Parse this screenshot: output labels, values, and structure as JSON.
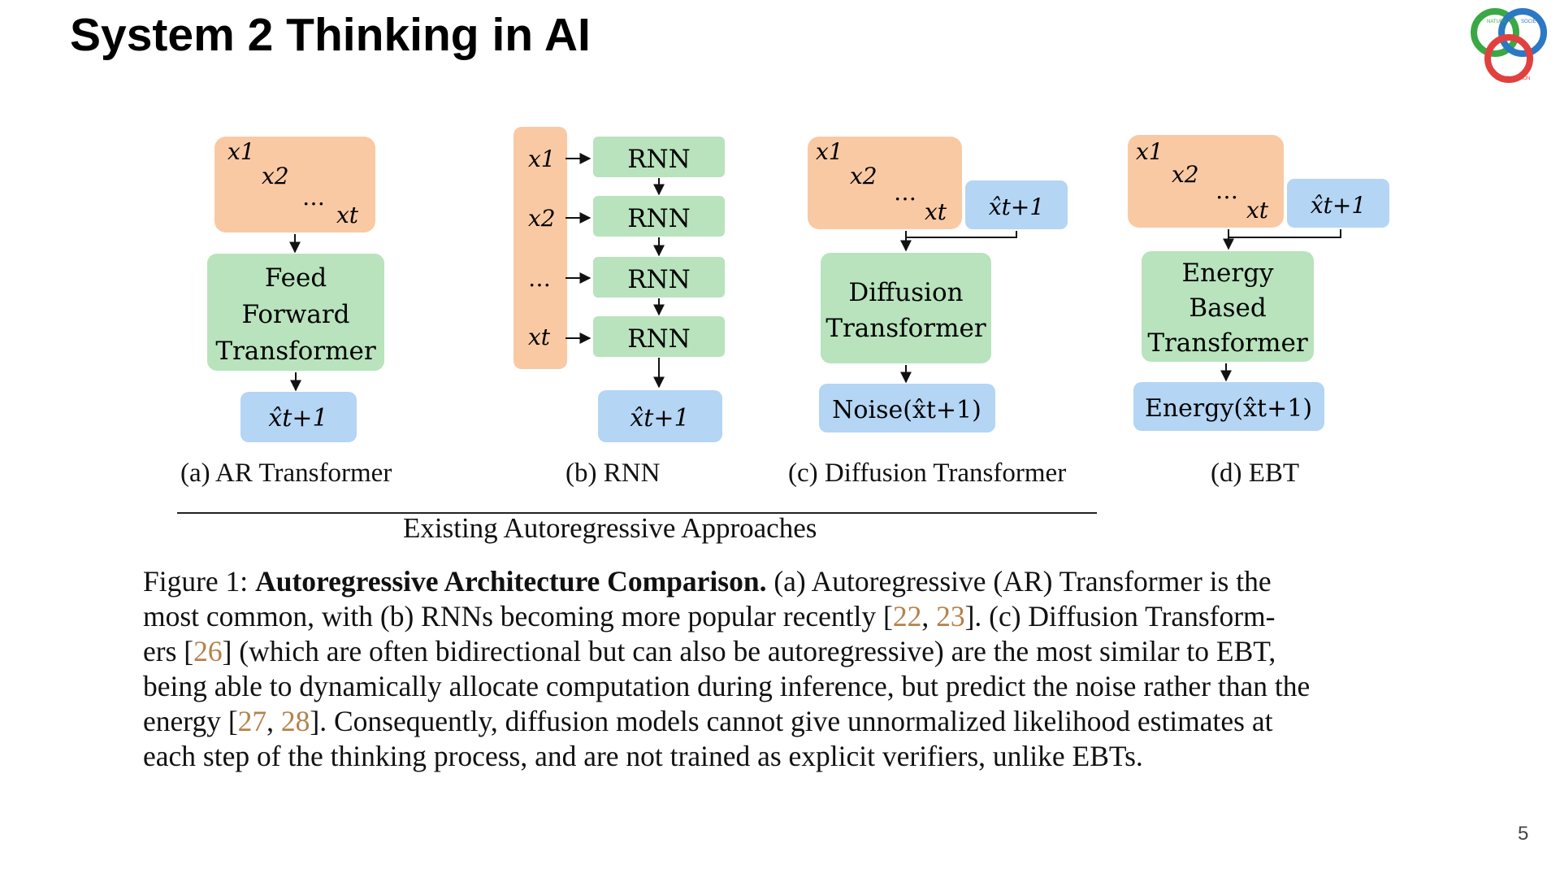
{
  "slide": {
    "title": "System 2 Thinking in AI",
    "page_number": "5"
  },
  "logo": {
    "texts": [
      "NATURE",
      "SOCIETY",
      "COMPUTATION"
    ],
    "colors": [
      "#3aa845",
      "#2b78c4",
      "#e0413f"
    ]
  },
  "diagram": {
    "colors": {
      "input_fill": "#f9c9a4",
      "model_fill": "#b8e3bd",
      "output_fill": "#b4d5f4"
    },
    "panel_a": {
      "inputs": [
        "x1",
        "x2",
        "…",
        "xt"
      ],
      "model_lines": [
        "Feed",
        "Forward",
        "Transformer"
      ],
      "output": "x̂t+1",
      "caption": "(a) AR Transformer"
    },
    "panel_b": {
      "inputs": [
        "x1",
        "x2",
        "…",
        "xt"
      ],
      "rnn_label": "RNN",
      "output": "x̂t+1",
      "caption": "(b) RNN"
    },
    "panel_c": {
      "inputs": [
        "x1",
        "x2",
        "…",
        "xt"
      ],
      "extra_input": "x̂t+1",
      "model_lines": [
        "Diffusion",
        "Transformer"
      ],
      "output": "Noise(x̂t+1)",
      "caption": "(c) Diffusion Transformer"
    },
    "panel_d": {
      "inputs": [
        "x1",
        "x2",
        "…",
        "xt"
      ],
      "extra_input": "x̂t+1",
      "model_lines": [
        "Energy",
        "Based",
        "Transformer"
      ],
      "output": "Energy(x̂t+1)",
      "caption": "(d) EBT"
    },
    "group_label": "Existing Autoregressive Approaches"
  },
  "caption": {
    "prefix": "Figure 1: ",
    "bold": "Autoregressive Architecture Comparison.",
    "lines": [
      " (a) Autoregressive (AR) Transformer is the",
      "most common, with (b) RNNs becoming more popular recently [",
      "ers [",
      "being able to dynamically allocate computation during inference, but predict the noise rather than the",
      "energy [",
      "each step of the thinking process, and are not trained as explicit verifiers, unlike EBTs."
    ],
    "line2_mid": ", ",
    "line2_end": "]. (c) Diffusion Transform-",
    "line3_end": "] (which are often bidirectional but can also be autoregressive) are the most similar to EBT,",
    "line5_mid": ", ",
    "line5_end": "]. Consequently, diffusion models cannot give unnormalized likelihood estimates at",
    "citations": [
      "22",
      "23",
      "26",
      "27",
      "28"
    ]
  }
}
